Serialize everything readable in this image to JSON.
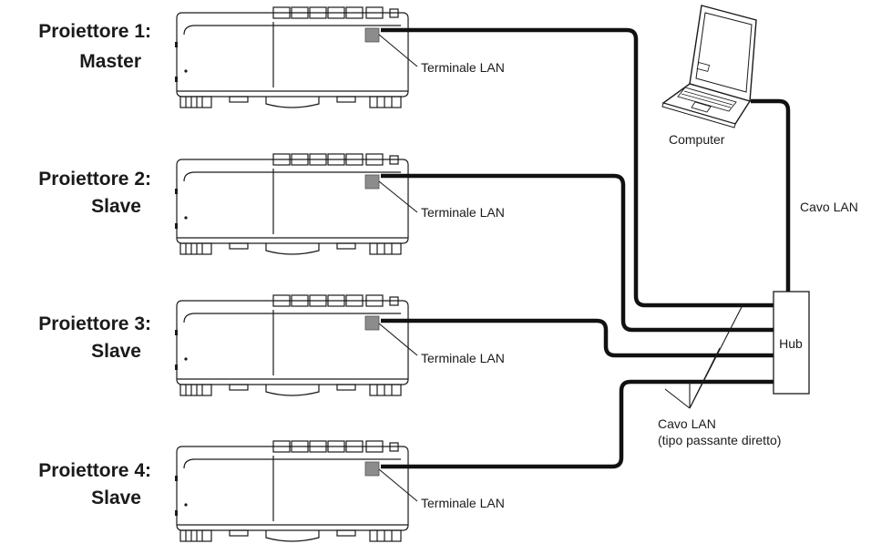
{
  "projectors": [
    {
      "line1": "Proiettore 1:",
      "line2": "Master",
      "terminal": "Terminale LAN"
    },
    {
      "line1": "Proiettore 2:",
      "line2": "Slave",
      "terminal": "Terminale LAN"
    },
    {
      "line1": "Proiettore 3:",
      "line2": "Slave",
      "terminal": "Terminale LAN"
    },
    {
      "line1": "Proiettore 4:",
      "line2": "Slave",
      "terminal": "Terminale LAN"
    }
  ],
  "computer": {
    "label": "Computer"
  },
  "hub": {
    "label": "Hub"
  },
  "cable_computer": {
    "label": "Cavo LAN"
  },
  "cable_projectors": {
    "line1": "Cavo LAN",
    "line2": "(tipo passante diretto)"
  }
}
